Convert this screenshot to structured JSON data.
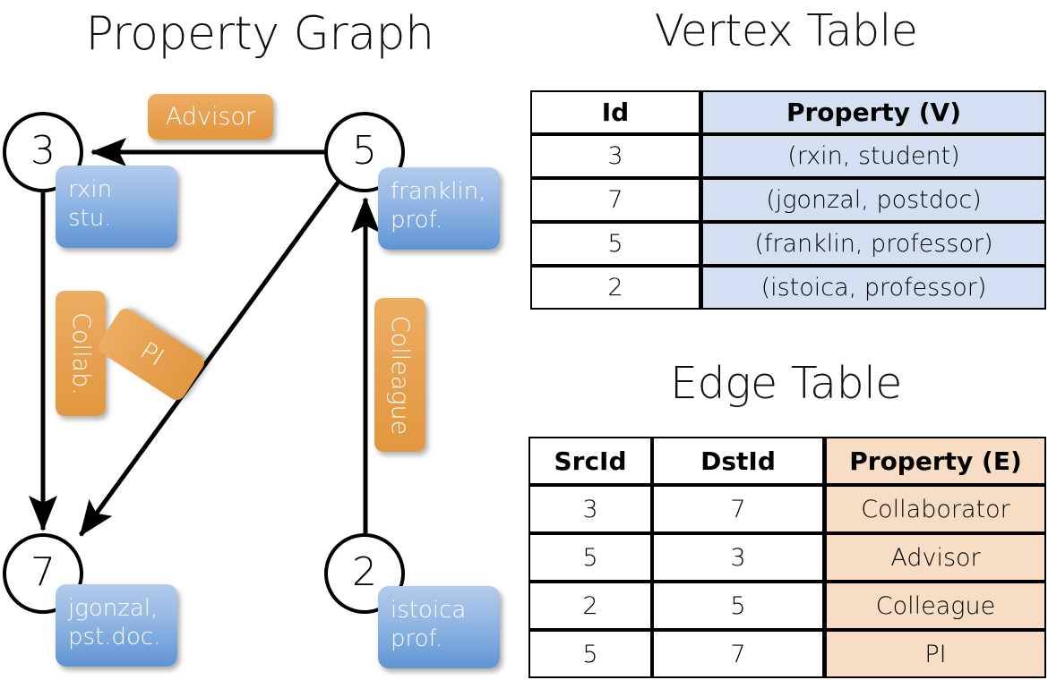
{
  "titles": {
    "property_graph": "Property Graph",
    "vertex_table": "Vertex Table",
    "edge_table": "Edge Table"
  },
  "graph": {
    "nodes": [
      {
        "id": "3",
        "property": "rxin\nstu."
      },
      {
        "id": "5",
        "property": "franklin,\nprof."
      },
      {
        "id": "7",
        "property": "jgonzal,\npst.doc."
      },
      {
        "id": "2",
        "property": "istoica\nprof."
      }
    ],
    "node_labels": {
      "n3": "3",
      "n5": "5",
      "n7": "7",
      "n2": "2"
    },
    "property_labels": {
      "rxin_line1": "rxin",
      "rxin_line2": "stu.",
      "franklin_line1": "franklin,",
      "franklin_line2": "prof.",
      "jgonzal_line1": "jgonzal,",
      "jgonzal_line2": "pst.doc.",
      "istoica_line1": "istoica",
      "istoica_line2": "prof."
    },
    "edge_labels": {
      "advisor": "Advisor",
      "collab": "Collab.",
      "pi": "PI",
      "colleague": "Colleague"
    },
    "edges": [
      {
        "src": "5",
        "dst": "3",
        "label": "Advisor"
      },
      {
        "src": "3",
        "dst": "7",
        "label": "Collab."
      },
      {
        "src": "5",
        "dst": "7",
        "label": "PI"
      },
      {
        "src": "2",
        "dst": "5",
        "label": "Colleague"
      }
    ]
  },
  "vertex_table": {
    "headers": [
      "Id",
      "Property (V)"
    ],
    "rows": [
      {
        "id": "3",
        "property": "(rxin, student)"
      },
      {
        "id": "7",
        "property": "(jgonzal, postdoc)"
      },
      {
        "id": "5",
        "property": "(franklin, professor)"
      },
      {
        "id": "2",
        "property": "(istoica, professor)"
      }
    ]
  },
  "edge_table": {
    "headers": [
      "SrcId",
      "DstId",
      "Property (E)"
    ],
    "rows": [
      {
        "src": "3",
        "dst": "7",
        "property": "Collaborator"
      },
      {
        "src": "5",
        "dst": "3",
        "property": "Advisor"
      },
      {
        "src": "2",
        "dst": "5",
        "property": "Colleague"
      },
      {
        "src": "5",
        "dst": "7",
        "property": "PI"
      }
    ]
  },
  "colors": {
    "vertex_property_fill": "#d4e0f2",
    "edge_property_fill": "#f6ddc3",
    "node_box_blue": "#7aa7dd",
    "edge_label_orange": "#e8a153",
    "stroke": "#000000",
    "background": "#ffffff"
  }
}
